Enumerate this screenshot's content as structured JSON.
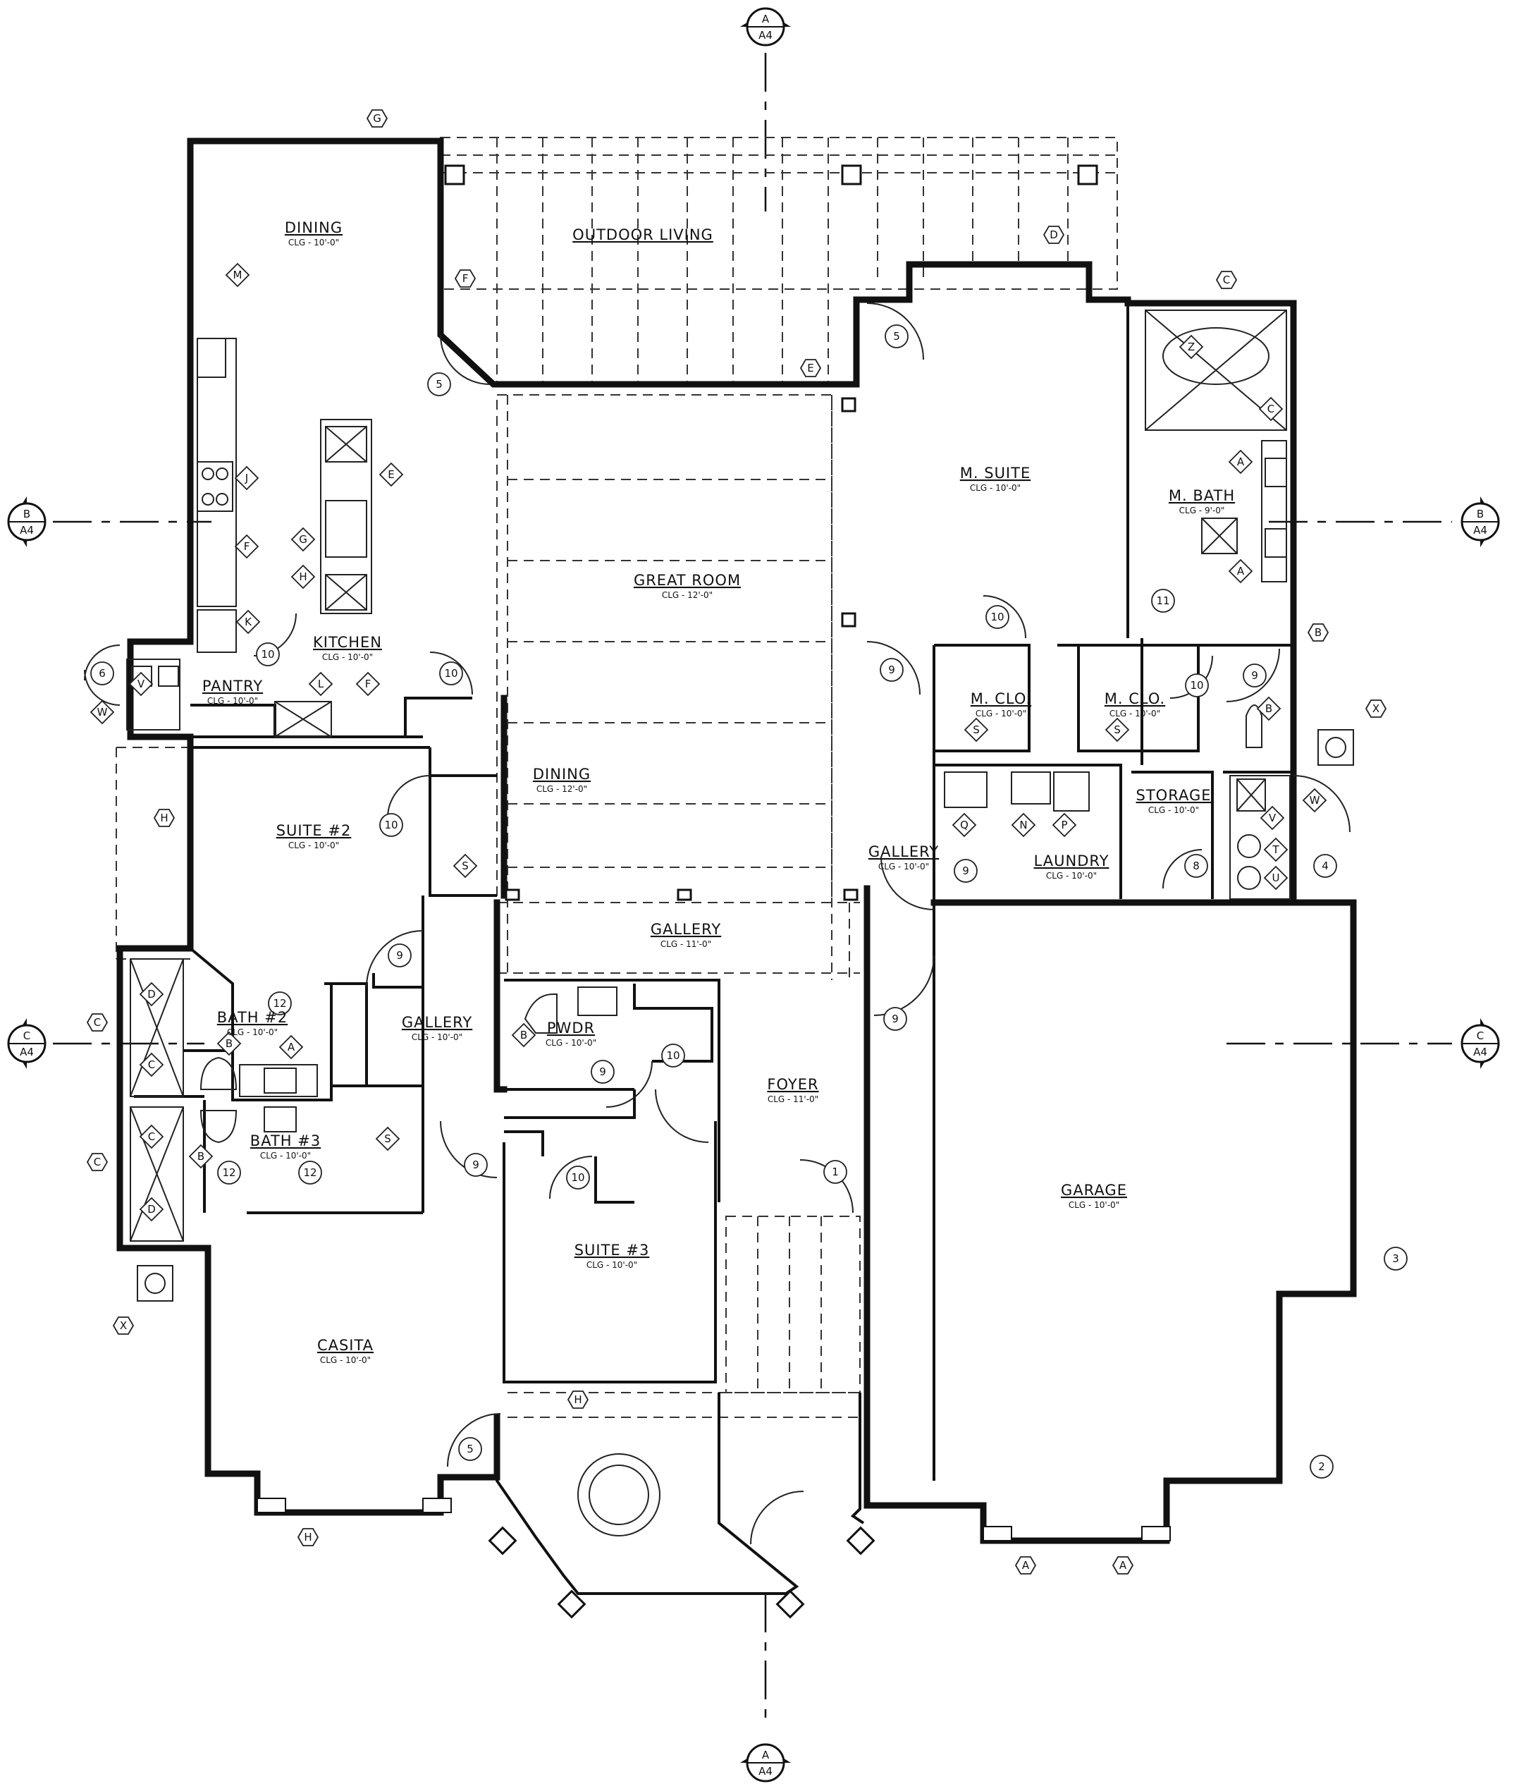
{
  "rooms": [
    {
      "id": "dining-north",
      "name": "DINING",
      "clg": "CLG - 10'-0\""
    },
    {
      "id": "outdoor-living",
      "name": "OUTDOOR LIVING",
      "clg": ""
    },
    {
      "id": "kitchen",
      "name": "KITCHEN",
      "clg": "CLG - 10'-0\""
    },
    {
      "id": "pantry",
      "name": "PANTRY",
      "clg": "CLG - 10'-0\""
    },
    {
      "id": "great-room",
      "name": "GREAT ROOM",
      "clg": "CLG - 12'-0\""
    },
    {
      "id": "dining-center",
      "name": "DINING",
      "clg": "CLG - 12'-0\""
    },
    {
      "id": "m-suite",
      "name": "M. SUITE",
      "clg": "CLG - 10'-0\""
    },
    {
      "id": "m-bath",
      "name": "M. BATH",
      "clg": "CLG - 9'-0\""
    },
    {
      "id": "m-clo-1",
      "name": "M. CLO.",
      "clg": "CLG - 10'-0\""
    },
    {
      "id": "m-clo-2",
      "name": "M. CLO.",
      "clg": "CLG - 10'-0\""
    },
    {
      "id": "storage",
      "name": "STORAGE",
      "clg": "CLG - 10'-0\""
    },
    {
      "id": "laundry",
      "name": "LAUNDRY",
      "clg": "CLG - 10'-0\""
    },
    {
      "id": "gallery-east",
      "name": "GALLERY",
      "clg": "CLG - 10'-0\""
    },
    {
      "id": "suite-2",
      "name": "SUITE #2",
      "clg": "CLG - 10'-0\""
    },
    {
      "id": "gallery-main",
      "name": "GALLERY",
      "clg": "CLG - 11'-0\""
    },
    {
      "id": "gallery-west",
      "name": "GALLERY",
      "clg": "CLG - 10'-0\""
    },
    {
      "id": "bath-2",
      "name": "BATH #2",
      "clg": "CLG - 10'-0\""
    },
    {
      "id": "pwdr",
      "name": "PWDR",
      "clg": "CLG - 10'-0\""
    },
    {
      "id": "foyer",
      "name": "FOYER",
      "clg": "CLG - 11'-0\""
    },
    {
      "id": "bath-3",
      "name": "BATH #3",
      "clg": "CLG - 10'-0\""
    },
    {
      "id": "suite-3",
      "name": "SUITE #3",
      "clg": "CLG - 10'-0\""
    },
    {
      "id": "garage",
      "name": "GARAGE",
      "clg": "CLG - 10'-0\""
    },
    {
      "id": "casita",
      "name": "CASITA",
      "clg": "CLG - 10'-0\""
    }
  ],
  "section_markers": [
    {
      "id": "A-top",
      "letter": "A",
      "sheet": "A4"
    },
    {
      "id": "A-bottom",
      "letter": "A",
      "sheet": "A4"
    },
    {
      "id": "B-left",
      "letter": "B",
      "sheet": "A4"
    },
    {
      "id": "B-right",
      "letter": "B",
      "sheet": "A4"
    },
    {
      "id": "C-left",
      "letter": "C",
      "sheet": "A4"
    },
    {
      "id": "C-right",
      "letter": "C",
      "sheet": "A4"
    }
  ],
  "window_tags": [
    "G",
    "F",
    "E",
    "D",
    "C",
    "B",
    "H",
    "A",
    "A",
    "H",
    "H",
    "C",
    "C",
    "X",
    "X"
  ],
  "door_tags": [
    "5",
    "5",
    "10",
    "10",
    "10",
    "9",
    "9",
    "9",
    "9",
    "9",
    "10",
    "10",
    "9",
    "8",
    "4",
    "6",
    "11",
    "12",
    "12",
    "12",
    "10",
    "1",
    "3",
    "2",
    "5",
    "10",
    "9"
  ],
  "fixture_tags": [
    "M",
    "J",
    "F",
    "E",
    "G",
    "H",
    "K",
    "L",
    "F",
    "A",
    "A",
    "C",
    "Z",
    "Q",
    "N",
    "P",
    "S",
    "S",
    "S",
    "V",
    "T",
    "U",
    "W",
    "V",
    "W",
    "D",
    "C",
    "B",
    "B",
    "A",
    "S",
    "D",
    "C",
    "B",
    "B"
  ],
  "colors": {
    "ink": "#111111",
    "paper": "#ffffff"
  }
}
